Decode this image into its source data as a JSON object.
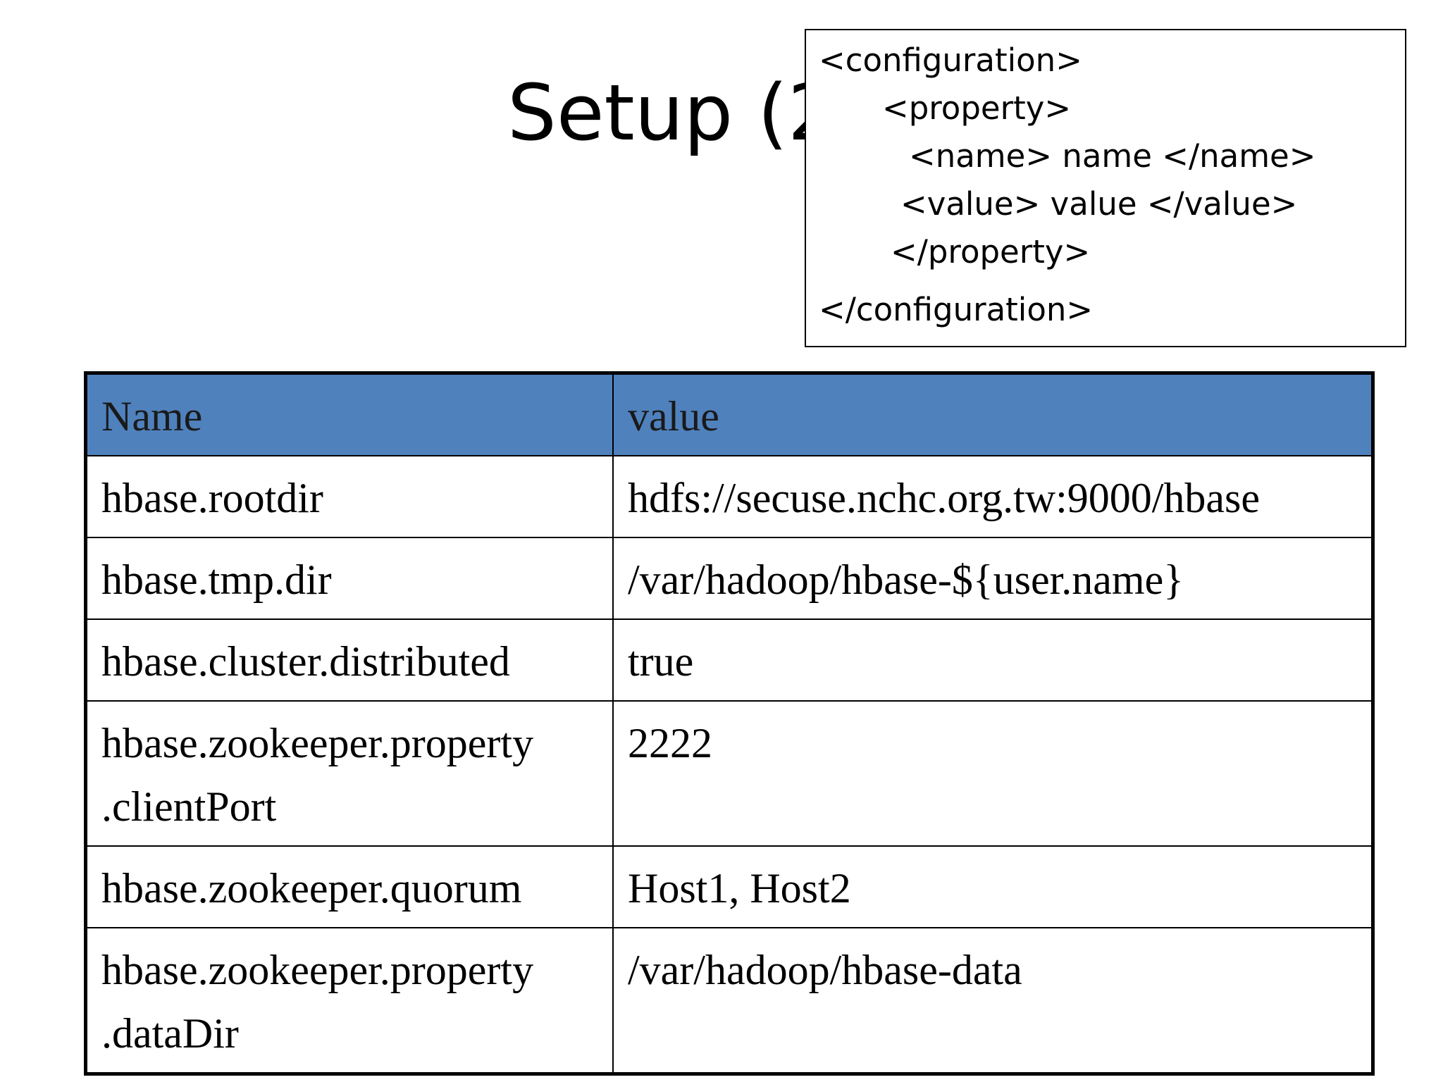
{
  "slide": {
    "title": "Setup (2"
  },
  "code_box": {
    "lines": [
      "<configuration>",
      "<property>",
      "<name> name </name>",
      "<value> value </value>",
      "</property>",
      "</configuration>"
    ]
  },
  "table": {
    "headers": [
      "Name",
      "value"
    ],
    "header_color": "#4f81bd",
    "rows": [
      {
        "name": "hbase.rootdir",
        "value": "hdfs://secuse.nchc.org.tw:9000/hbase"
      },
      {
        "name": "hbase.tmp.dir",
        "value": "/var/hadoop/hbase-${user.name}"
      },
      {
        "name": "hbase.cluster.distributed",
        "value": "true"
      },
      {
        "name": "hbase.zookeeper.property .clientPort",
        "value": "2222"
      },
      {
        "name": "hbase.zookeeper.quorum",
        "value": "Host1, Host2"
      },
      {
        "name": "hbase.zookeeper.property .dataDir",
        "value": "/var/hadoop/hbase-data"
      }
    ]
  }
}
